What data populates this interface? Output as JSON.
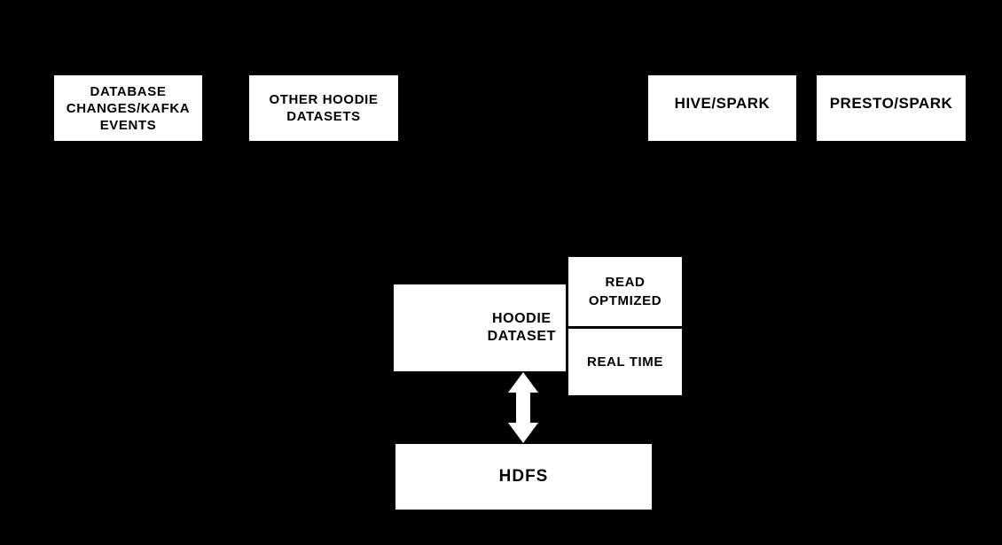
{
  "colors": {
    "background": "#000000",
    "box_fill": "#ffffff",
    "box_text": "#000000",
    "arrow": "#ffffff"
  },
  "diagram": {
    "nodes": {
      "database_changes": {
        "label": "DATABASE\nCHANGES/KAFKA\nEVENTS"
      },
      "other_hoodie_datasets": {
        "label": "OTHER HOODIE\nDATASETS"
      },
      "hive_spark": {
        "label": "HIVE/SPARK"
      },
      "presto_spark": {
        "label": "PRESTO/SPARK"
      },
      "hoodie_dataset": {
        "label": "HOODIE\nDATASET"
      },
      "read_optmized": {
        "label": "READ\nOPTMIZED"
      },
      "real_time": {
        "label": "REAL TIME"
      },
      "hdfs": {
        "label": "HDFS"
      }
    },
    "edges": [
      {
        "from": "hoodie_dataset",
        "to": "hdfs",
        "type": "bidirectional-arrow"
      }
    ]
  }
}
